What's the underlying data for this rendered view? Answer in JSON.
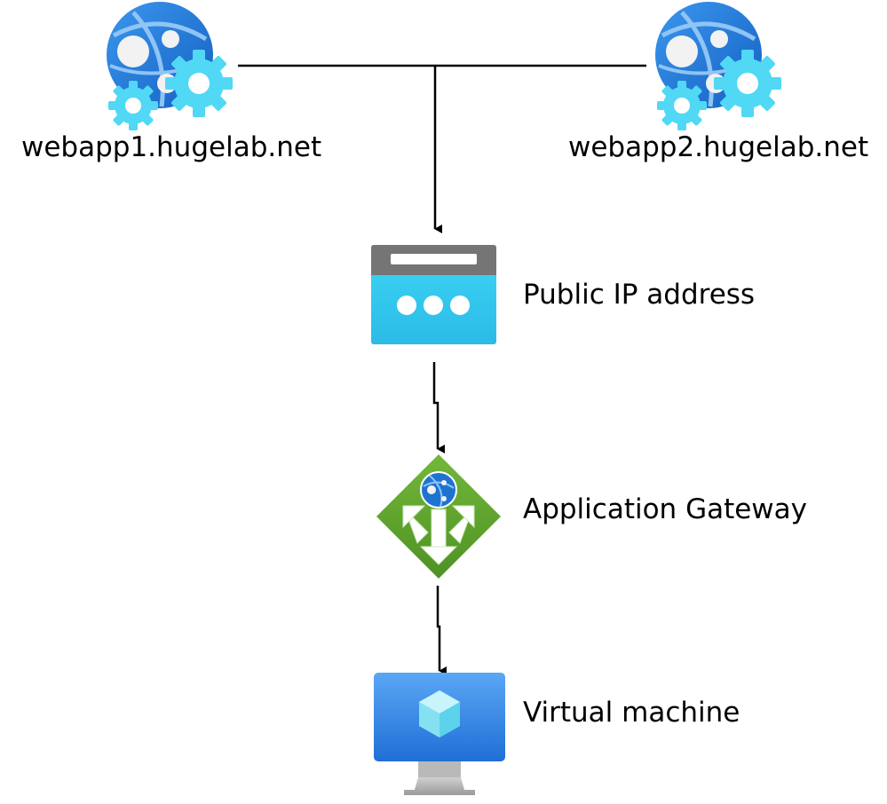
{
  "nodes": {
    "webapp1": {
      "label": "webapp1.hugelab.net",
      "icon": "web-app-icon"
    },
    "webapp2": {
      "label": "webapp2.hugelab.net",
      "icon": "web-app-icon"
    },
    "public_ip": {
      "label": "Public IP address",
      "icon": "public-ip-icon"
    },
    "app_gateway": {
      "label": "Application Gateway",
      "icon": "application-gateway-icon"
    },
    "vm": {
      "label": "Virtual machine",
      "icon": "virtual-machine-icon"
    }
  },
  "colors": {
    "web_globe": "#1e78d6",
    "web_gear": "#50d8f5",
    "public_ip_body": "#32c8ee",
    "public_ip_header": "#757575",
    "gateway_green": "#5ea52f",
    "vm_screen": "#3d8fe8",
    "vm_stand": "#b5b5b5",
    "connector": "#000000"
  }
}
